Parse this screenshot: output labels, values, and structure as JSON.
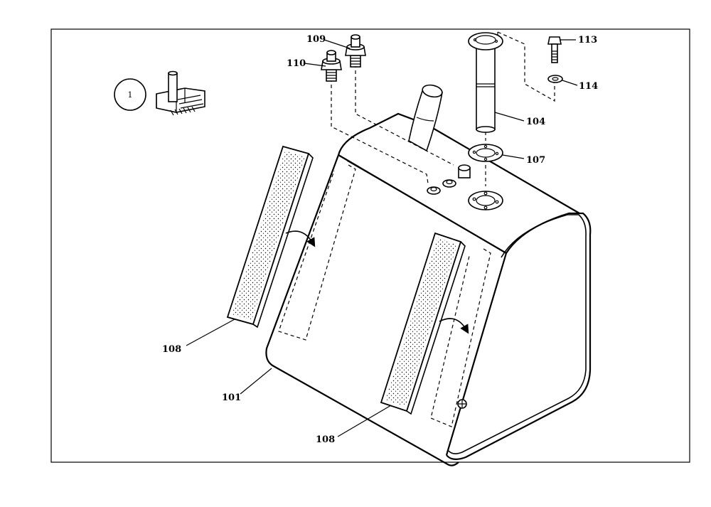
{
  "diagram": {
    "badge": "1",
    "callouts": {
      "p101": "101",
      "p104": "104",
      "p107": "107",
      "p108a": "108",
      "p108b": "108",
      "p109": "109",
      "p110": "110",
      "p113": "113",
      "p114": "114"
    }
  },
  "colors": {
    "line": "#000000",
    "background": "#ffffff"
  }
}
